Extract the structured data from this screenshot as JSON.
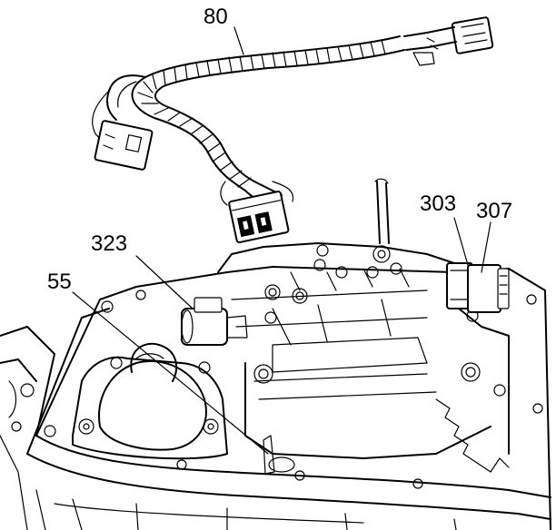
{
  "callouts": {
    "c80": "80",
    "c303": "303",
    "c307": "307",
    "c323": "323",
    "c55": "55"
  },
  "colors": {
    "line": "#000000",
    "background": "#ffffff"
  }
}
